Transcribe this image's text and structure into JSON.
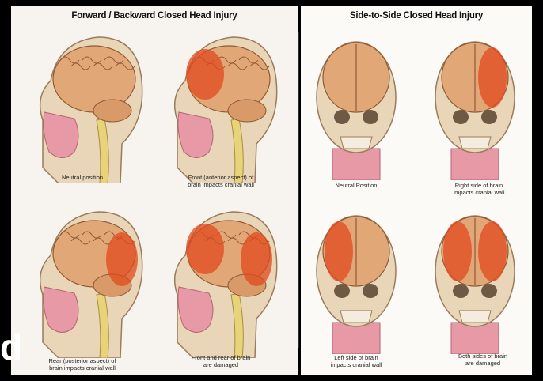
{
  "sections": {
    "left_title": "Forward / Backward Closed Head Injury",
    "right_title": "Side-to-Side Closed Head Injury"
  },
  "figures_left": [
    {
      "caption": "Neutral position",
      "state": "neutral"
    },
    {
      "caption": "Front (anterior aspect) of\nbrain impacts cranial wall",
      "state": "front"
    },
    {
      "caption": "Rear (posterior aspect) of\nbrain impacts cranial wall",
      "state": "rear"
    },
    {
      "caption": "Front and rear of brain\nare damaged",
      "state": "both"
    }
  ],
  "figures_right": [
    {
      "caption": "Neutral Position",
      "state": "neutral"
    },
    {
      "caption": "Right side of brain\nimpacts cranial wall",
      "state": "right"
    },
    {
      "caption": "Left side of brain\nimpacts cranial wall",
      "state": "left"
    },
    {
      "caption": "Both sides of brain\nare damaged",
      "state": "both"
    }
  ],
  "corner_glyph": "d",
  "colors": {
    "brain": "#e2a777",
    "injury": "#e04a1e",
    "skull": "#e9d5b8",
    "tissue": "#e79aa6",
    "background": "#000000"
  }
}
